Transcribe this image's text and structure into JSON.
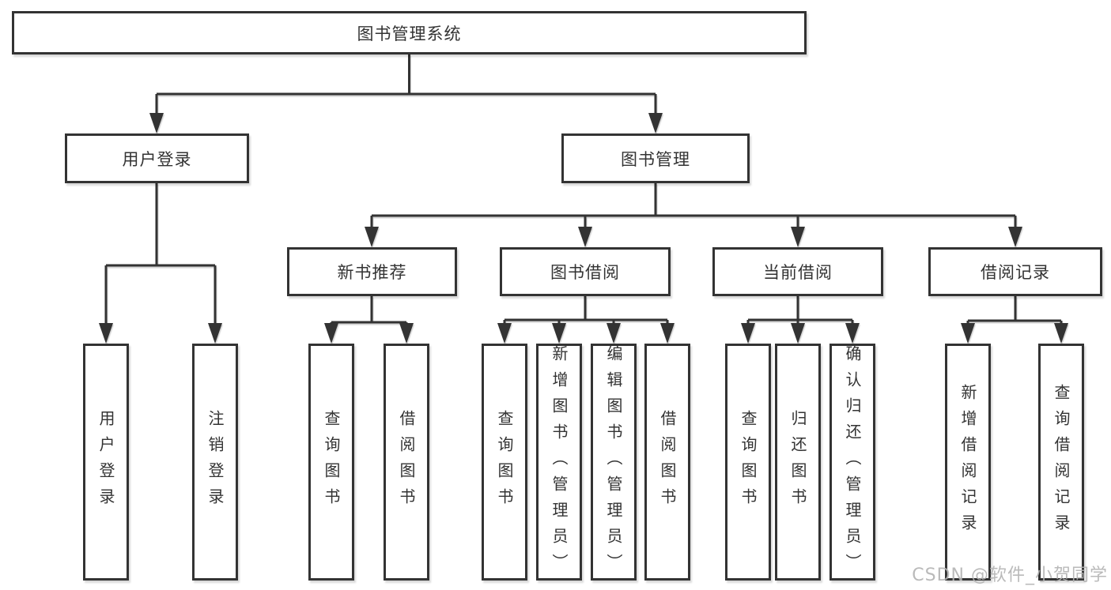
{
  "diagram": {
    "root": "图书管理系统",
    "user_branch": {
      "label": "用户登录",
      "children": [
        "用户登录",
        "注销登录"
      ]
    },
    "mgmt_branch": {
      "label": "图书管理",
      "children": [
        {
          "label": "新书推荐",
          "children": [
            "查询图书",
            "借阅图书"
          ]
        },
        {
          "label": "图书借阅",
          "children": [
            "查询图书",
            "新增图书（管理员）",
            "编辑图书（管理员）",
            "借阅图书"
          ]
        },
        {
          "label": "当前借阅",
          "children": [
            "查询图书",
            "归还图书",
            "确认归还（管理员）"
          ]
        },
        {
          "label": "借阅记录",
          "children": [
            "新增借阅记录",
            "查询借阅记录"
          ]
        }
      ]
    }
  },
  "watermark": "CSDN @软件_小贺同学",
  "colors": {
    "line": "#333333",
    "text": "#333333",
    "background": "#ffffff",
    "watermark": "#b3b3b3"
  }
}
